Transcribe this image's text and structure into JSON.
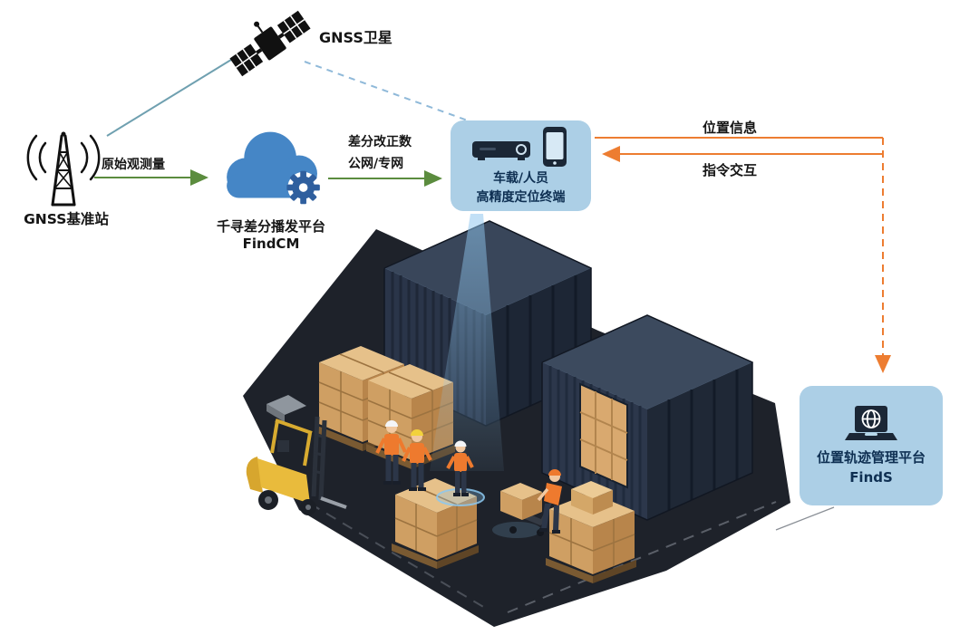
{
  "nodes": {
    "satellite": {
      "label": "GNSS卫星"
    },
    "base_station": {
      "label": "GNSS基准站"
    },
    "cloud": {
      "name": "千寻差分播发平台",
      "product": "FindCM"
    },
    "terminal": {
      "line1": "车载/人员",
      "line2": "高精度定位终端"
    },
    "platform": {
      "name": "位置轨迹管理平台",
      "product": "FindS"
    }
  },
  "edges": {
    "raw_observation": "原始观测量",
    "diff_correction": "差分改正数",
    "network": "公网/专网",
    "position_info": "位置信息",
    "command_interaction": "指令交互"
  },
  "colors": {
    "green_arrow": "#5b8c3e",
    "orange_arrow": "#ed7d31",
    "blue_dashed": "#8fb9d9",
    "teal_link": "#6fa0b0",
    "card_bg": "#accfe6",
    "card_text": "#0e2f52",
    "cloud_blue": "#4586c6",
    "gear_blue": "#2f5f9e",
    "platform_dark": "#1e222a",
    "container_slate": "#2a3549",
    "box_tan": "#d9a96f",
    "forklift_yellow": "#e9bb3c",
    "beam_blue": "#8fc6ee"
  }
}
